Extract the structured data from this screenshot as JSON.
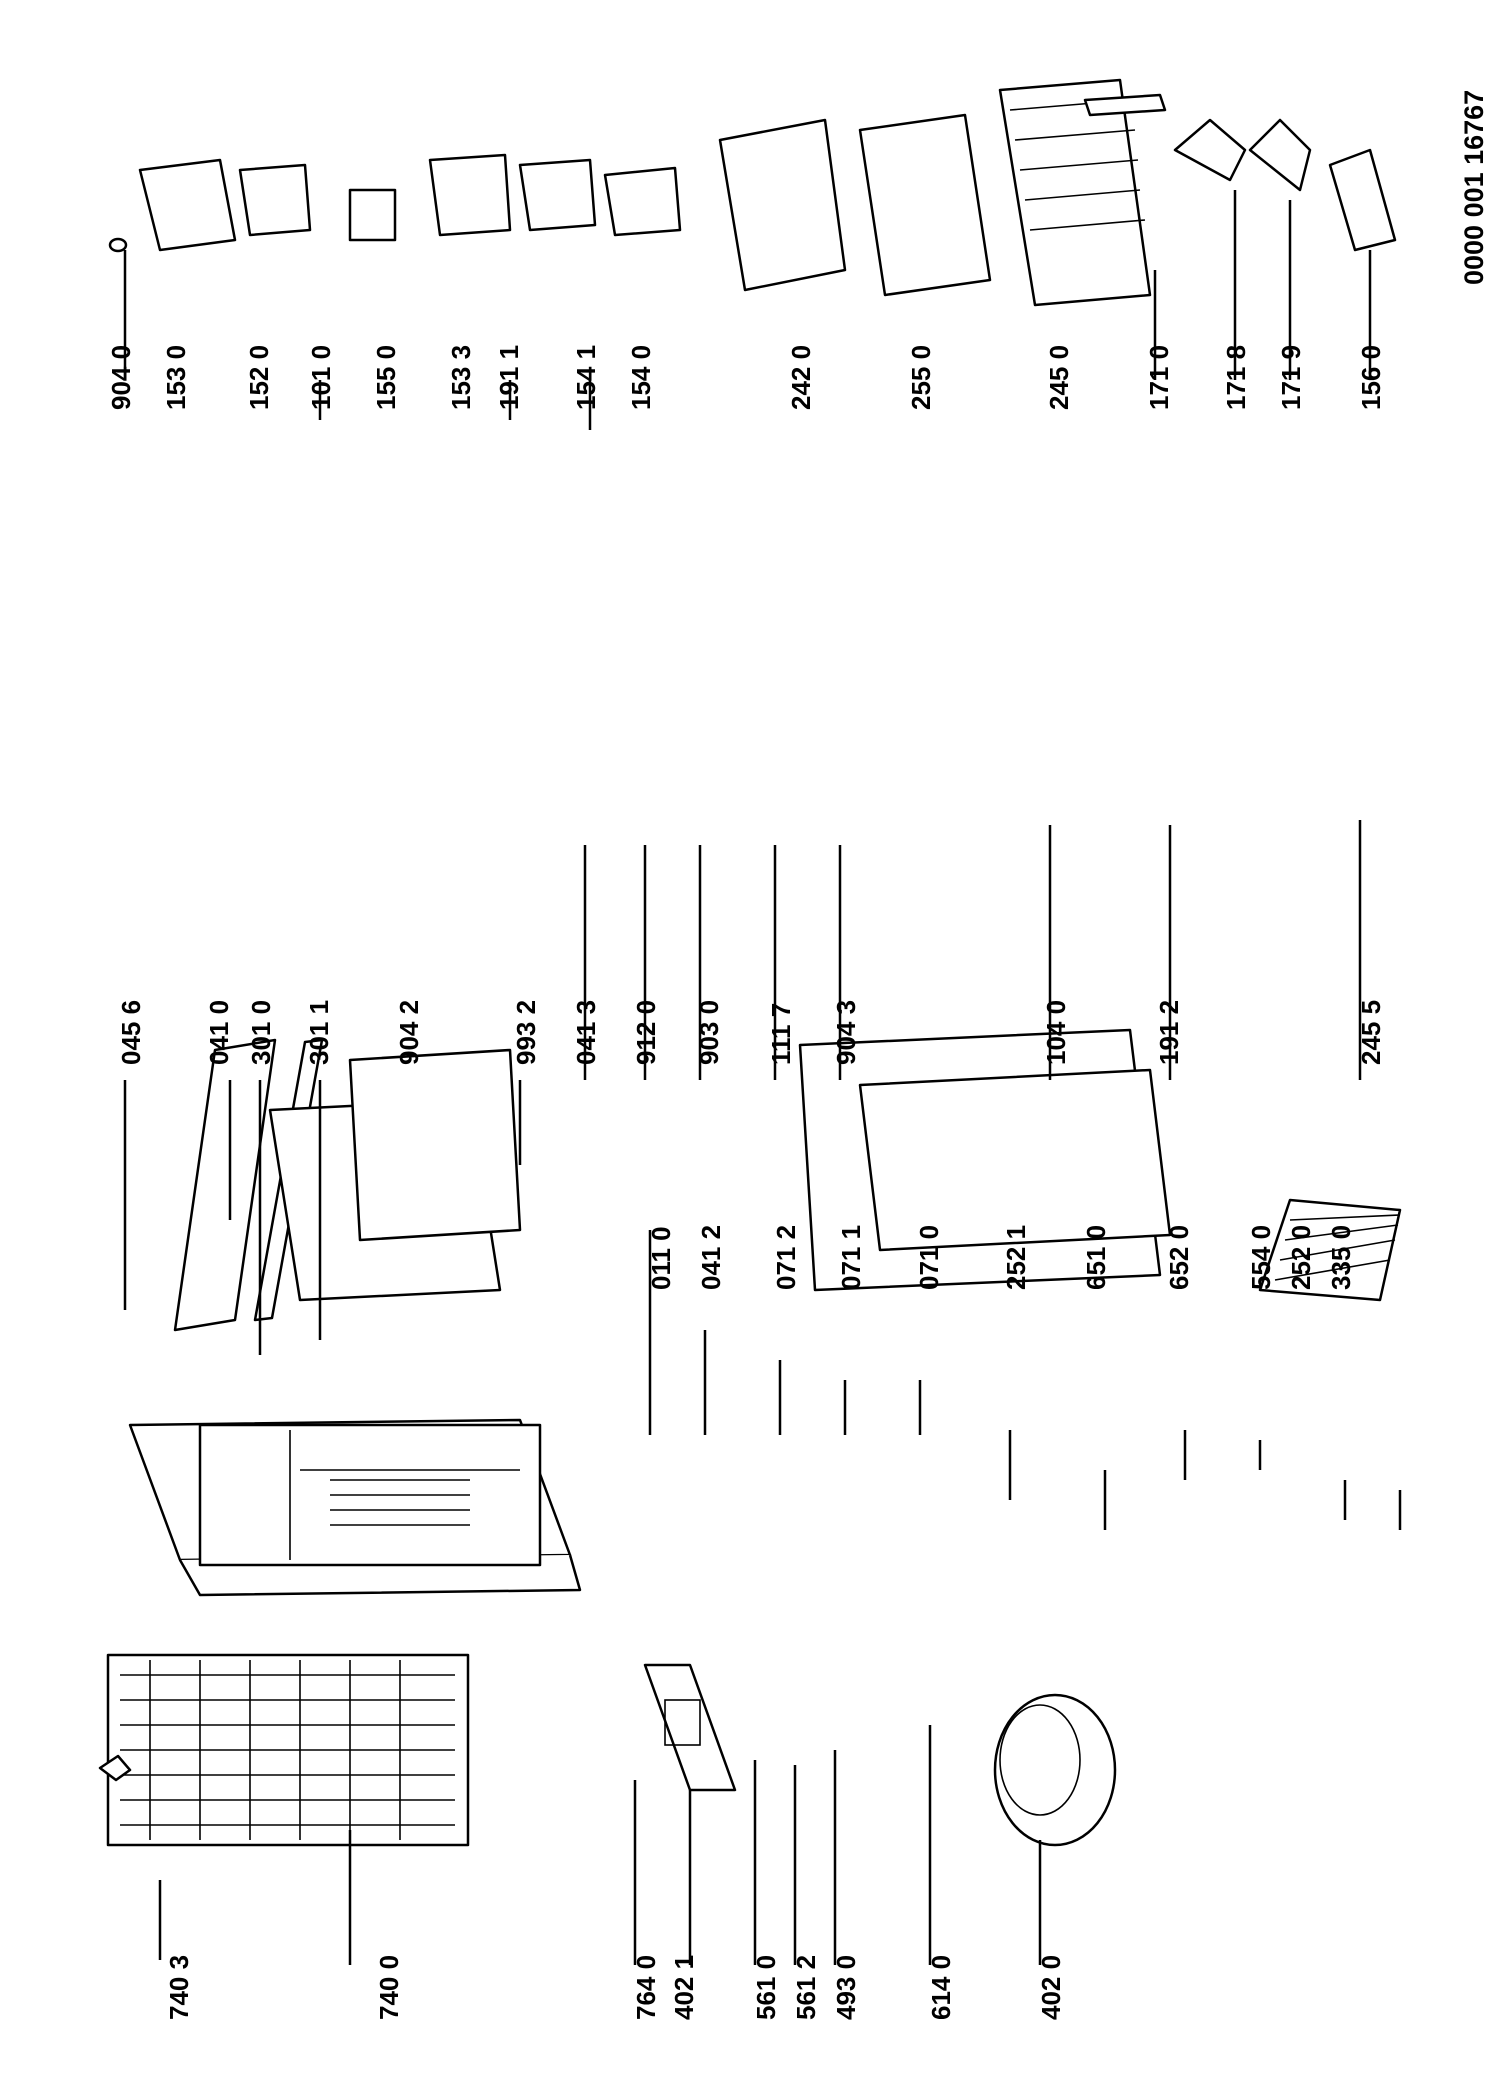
{
  "diagram": {
    "document_number": "0000 001 16767",
    "part_labels": [
      "740 3",
      "740 0",
      "764 0",
      "402 1",
      "561 0",
      "561 2",
      "493 0",
      "614 0",
      "402 0",
      "011 0",
      "041 2",
      "071 2",
      "071 1",
      "071 0",
      "252 1",
      "651 0",
      "652 0",
      "554 0",
      "252 0",
      "335 0",
      "045 6",
      "041 0",
      "301 0",
      "301 1",
      "904 2",
      "993 2",
      "041 3",
      "912 0",
      "903 0",
      "111 7",
      "904 3",
      "104 0",
      "191 2",
      "245 5",
      "904 0",
      "153 0",
      "152 0",
      "101 0",
      "155 0",
      "153 3",
      "191 1",
      "154 1",
      "154 0",
      "242 0",
      "255 0",
      "245 0",
      "171 0",
      "171 8",
      "171 9",
      "156 0"
    ]
  }
}
